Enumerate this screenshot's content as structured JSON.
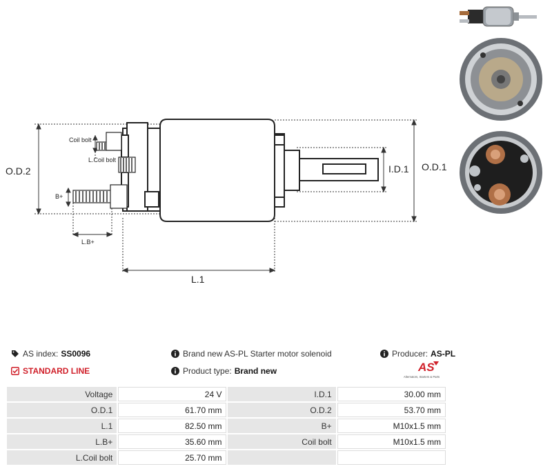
{
  "drawing_labels": {
    "od2": "O.D.2",
    "od1": "O.D.1",
    "id1": "I.D.1",
    "l1": "L.1",
    "coil_bolt": "Coil bolt",
    "l_coil_bolt": "L.Coil bolt",
    "b_plus": "B+",
    "l_b_plus": "L.B+"
  },
  "info": {
    "as_index_label": "AS index:",
    "as_index_value": "SS0096",
    "description": "Brand new AS-PL Starter motor solenoid",
    "producer_label": "Producer:",
    "producer_value": "AS-PL",
    "standard_line": "STANDARD LINE",
    "product_type_label": "Product type:",
    "product_type_value": "Brand new"
  },
  "logo": {
    "mark": "AS",
    "tagline": "Alternators, Starters & Parts",
    "color": "#d0202a"
  },
  "specs": [
    {
      "label": "Voltage",
      "value": "24 V",
      "label2": "I.D.1",
      "value2": "30.00 mm"
    },
    {
      "label": "O.D.1",
      "value": "61.70 mm",
      "label2": "O.D.2",
      "value2": "53.70 mm"
    },
    {
      "label": "L.1",
      "value": "82.50 mm",
      "label2": "B+",
      "value2": "M10x1.5 mm"
    },
    {
      "label": "L.B+",
      "value": "35.60 mm",
      "label2": "Coil bolt",
      "value2": "M10x1.5 mm"
    },
    {
      "label": "L.Coil bolt",
      "value": "25.70 mm",
      "label2": "",
      "value2": ""
    }
  ]
}
